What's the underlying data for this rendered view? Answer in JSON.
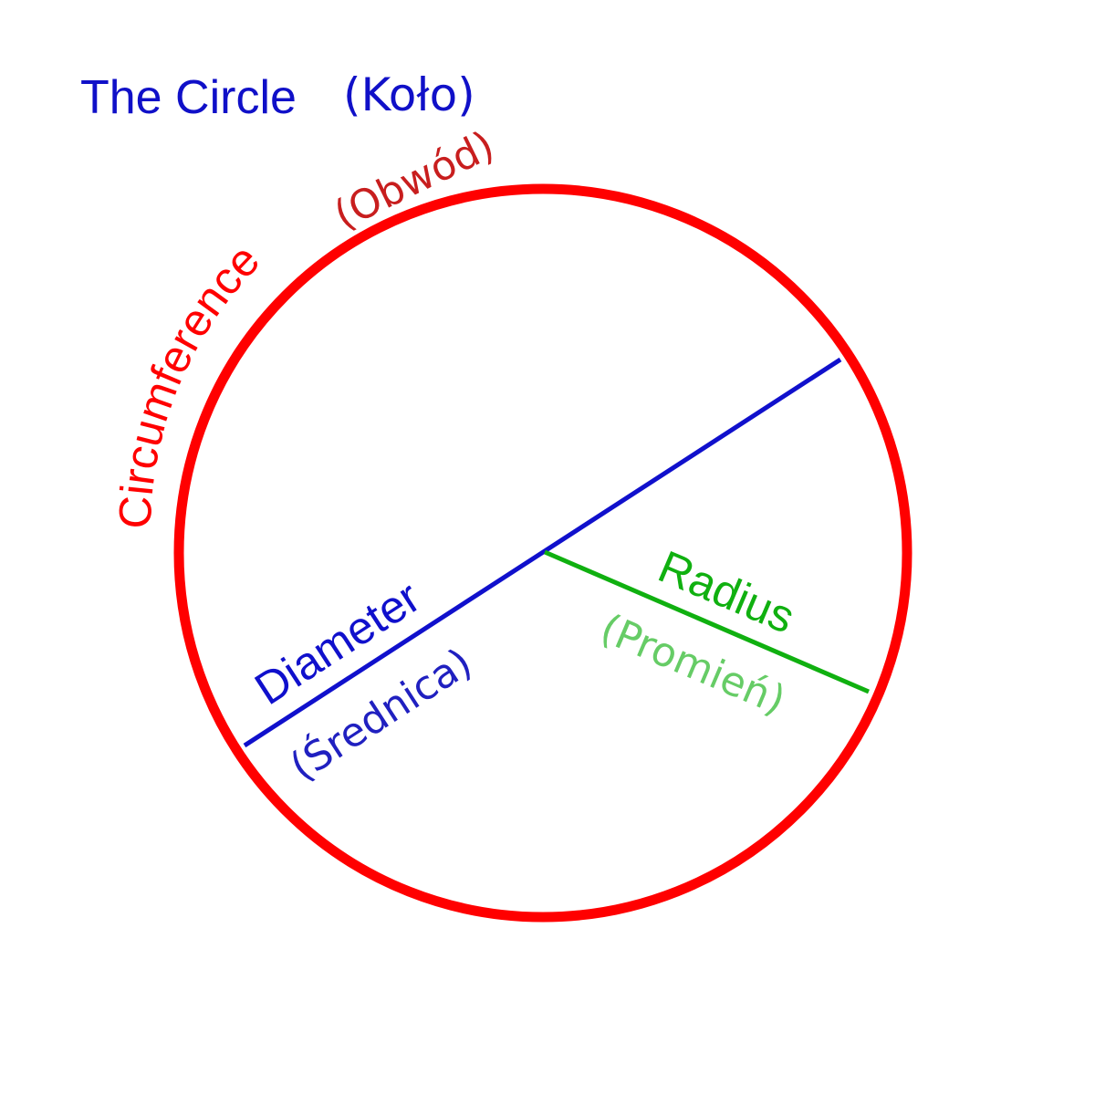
{
  "title": {
    "english": "The Circle",
    "polish": "(Koło)"
  },
  "labels": {
    "circumference": {
      "english": "Circumference",
      "polish": "(Obwód)"
    },
    "diameter": {
      "english": "Diameter",
      "polish": "(Średnica)"
    },
    "radius": {
      "english": "Radius",
      "polish": "(Promień)"
    }
  },
  "colors": {
    "title": "#1010c8",
    "circumference": "#ff0000",
    "circumference_polish": "#c81e1e",
    "diameter": "#1010cc",
    "diameter_polish": "#2020c0",
    "radius": "#10b010",
    "radius_polish": "#66cc66",
    "background": "#ffffff"
  }
}
